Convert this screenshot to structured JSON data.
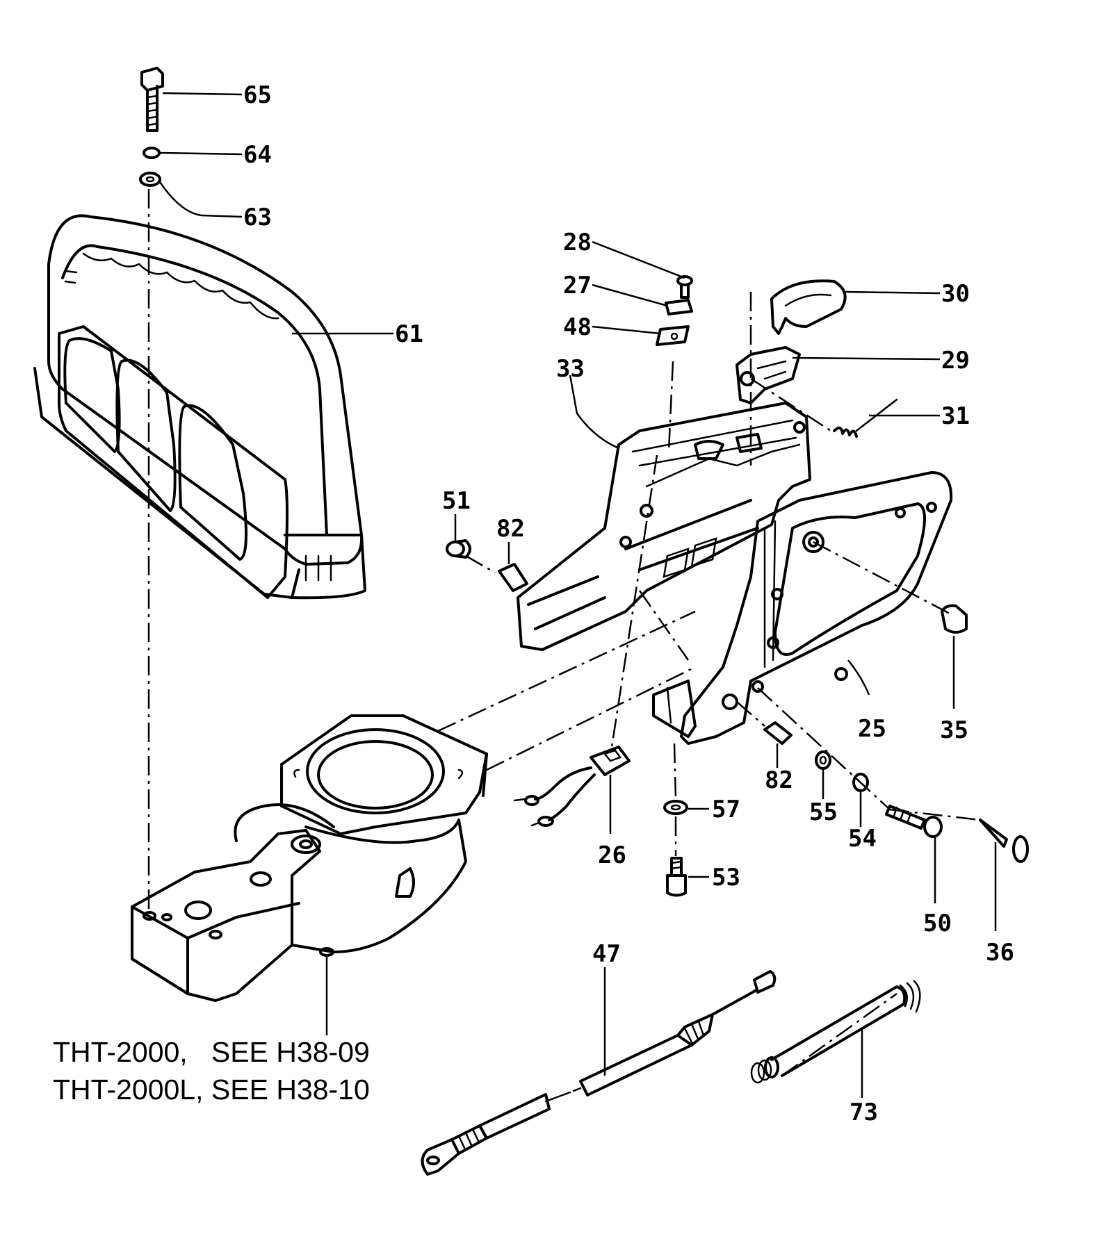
{
  "labels": {
    "p65": "65",
    "p64": "64",
    "p63": "63",
    "p61": "61",
    "p28": "28",
    "p27": "27",
    "p48": "48",
    "p33": "33",
    "p30": "30",
    "p29": "29",
    "p31": "31",
    "p51": "51",
    "p82a": "82",
    "p82b": "82",
    "p25": "25",
    "p35": "35",
    "p57": "57",
    "p55": "55",
    "p54": "54",
    "p26": "26",
    "p53": "53",
    "p50": "50",
    "p36": "36",
    "p47": "47",
    "p73": "73"
  },
  "notes": {
    "line1": "THT-2000,   SEE H38-09",
    "line2": "THT-2000L, SEE H38-10"
  },
  "colors": {
    "ink": "#000000",
    "paper": "#ffffff"
  }
}
